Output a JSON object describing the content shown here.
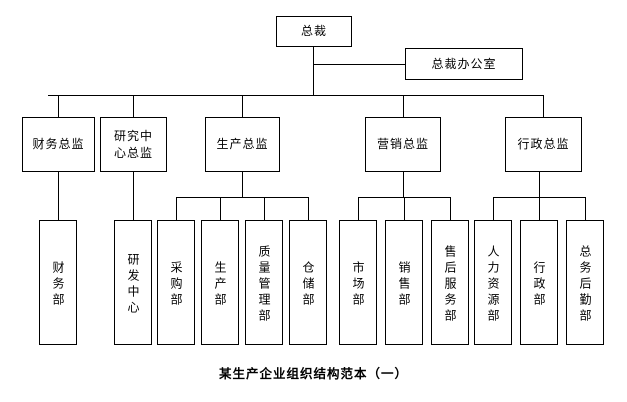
{
  "diagram": {
    "caption": "某生产企业组织结构范本（一）",
    "colors": {
      "background": "#ffffff",
      "line": "#000000",
      "text": "#000000",
      "box_fill": "#ffffff"
    },
    "root": {
      "label": "总裁"
    },
    "staff": {
      "label": "总裁办公室"
    },
    "directors": [
      {
        "label": "财务总监"
      },
      {
        "label": "研究中\n心总监"
      },
      {
        "label": "生产总监"
      },
      {
        "label": "营销总监"
      },
      {
        "label": "行政总监"
      }
    ],
    "departments": [
      {
        "label": "财务部",
        "parent": "财务总监"
      },
      {
        "label": "研发中心",
        "parent": "研究中心总监"
      },
      {
        "label": "采购部",
        "parent": "生产总监"
      },
      {
        "label": "生产部",
        "parent": "生产总监"
      },
      {
        "label": "质量管理部",
        "parent": "生产总监"
      },
      {
        "label": "仓储部",
        "parent": "生产总监"
      },
      {
        "label": "市场部",
        "parent": "营销总监"
      },
      {
        "label": "销售部",
        "parent": "营销总监"
      },
      {
        "label": "售后服务部",
        "parent": "营销总监"
      },
      {
        "label": "人力资源部",
        "parent": "行政总监"
      },
      {
        "label": "行政部",
        "parent": "行政总监"
      },
      {
        "label": "总务后勤部",
        "parent": "行政总监"
      }
    ]
  }
}
